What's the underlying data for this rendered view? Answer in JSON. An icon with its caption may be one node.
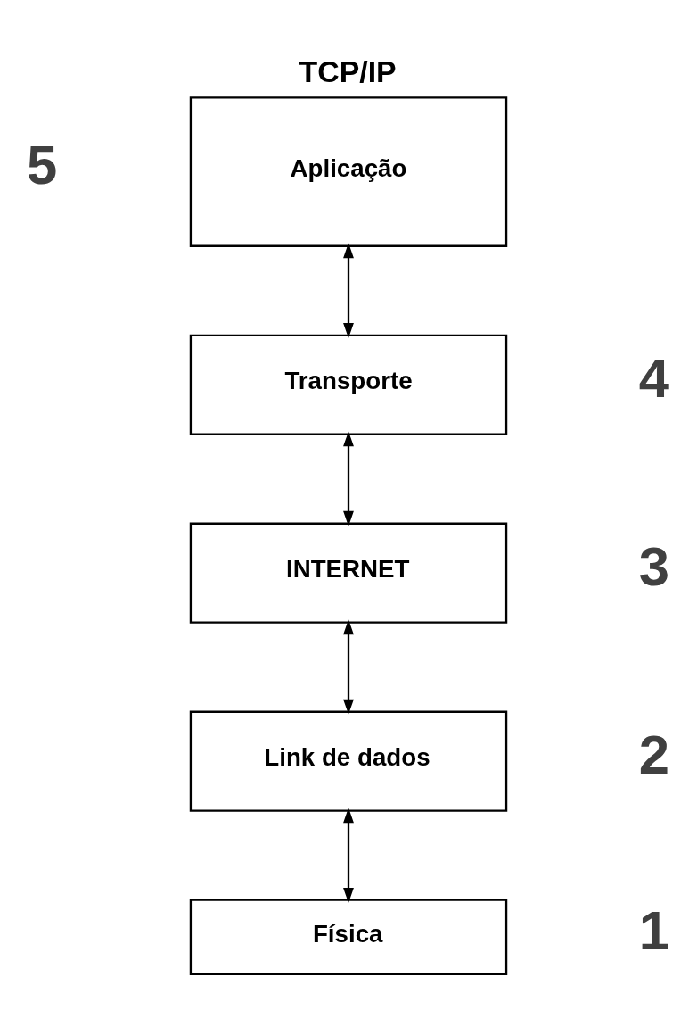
{
  "diagram": {
    "title": "TCP/IP",
    "nodes": [
      {
        "text": [
          "Aplicação"
        ],
        "beside": [
          "5"
        ]
      },
      {
        "text": [
          "Transporte"
        ],
        "beside": [
          "4"
        ]
      },
      {
        "text": [
          "INTERNET"
        ],
        "beside": [
          "3"
        ]
      },
      {
        "text": [
          "Link de dados"
        ],
        "beside": [
          "2"
        ]
      },
      {
        "text": [
          "Física"
        ],
        "beside": [
          "1"
        ]
      }
    ],
    "edges": [
      {
        "from": 0,
        "to": 1,
        "arrow": "both"
      },
      {
        "from": 1,
        "to": 2,
        "arrow": "both"
      },
      {
        "from": 2,
        "to": 3,
        "arrow": "both"
      },
      {
        "from": 3,
        "to": 4,
        "arrow": "both"
      }
    ]
  }
}
